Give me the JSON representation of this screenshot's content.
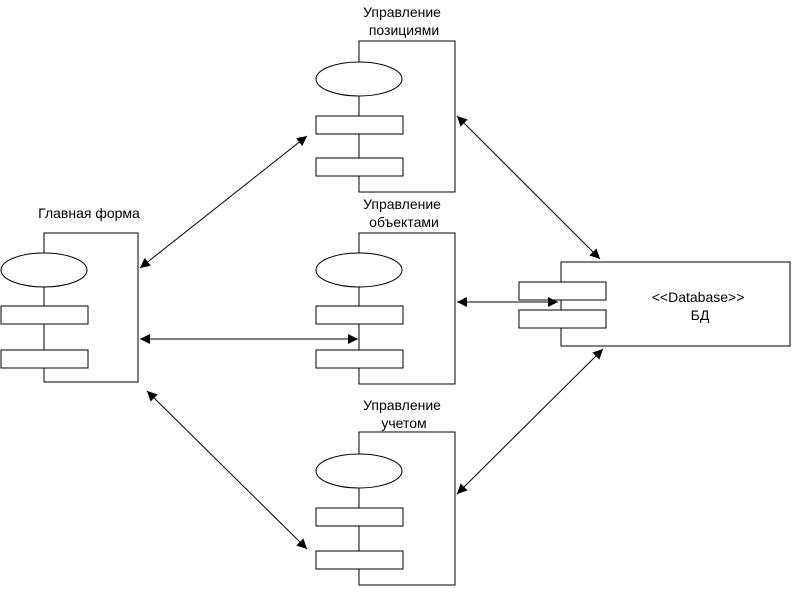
{
  "components": [
    {
      "id": "main",
      "label_lines": [
        "Главная форма"
      ]
    },
    {
      "id": "positions",
      "label_lines": [
        "Управление",
        "позициями"
      ]
    },
    {
      "id": "objects",
      "label_lines": [
        "Управление",
        "объектами"
      ]
    },
    {
      "id": "accounting",
      "label_lines": [
        "Управление",
        "учетом"
      ]
    }
  ],
  "database": {
    "stereotype": "<<Database>>",
    "name": "БД"
  },
  "connections": [
    {
      "from": "main",
      "to": "positions",
      "arrows": "both"
    },
    {
      "from": "main",
      "to": "objects",
      "arrows": "both"
    },
    {
      "from": "main",
      "to": "accounting",
      "arrows": "both"
    },
    {
      "from": "positions",
      "to": "database",
      "arrows": "both"
    },
    {
      "from": "objects",
      "to": "database",
      "arrows": "both"
    },
    {
      "from": "accounting",
      "to": "database",
      "arrows": "both"
    }
  ]
}
